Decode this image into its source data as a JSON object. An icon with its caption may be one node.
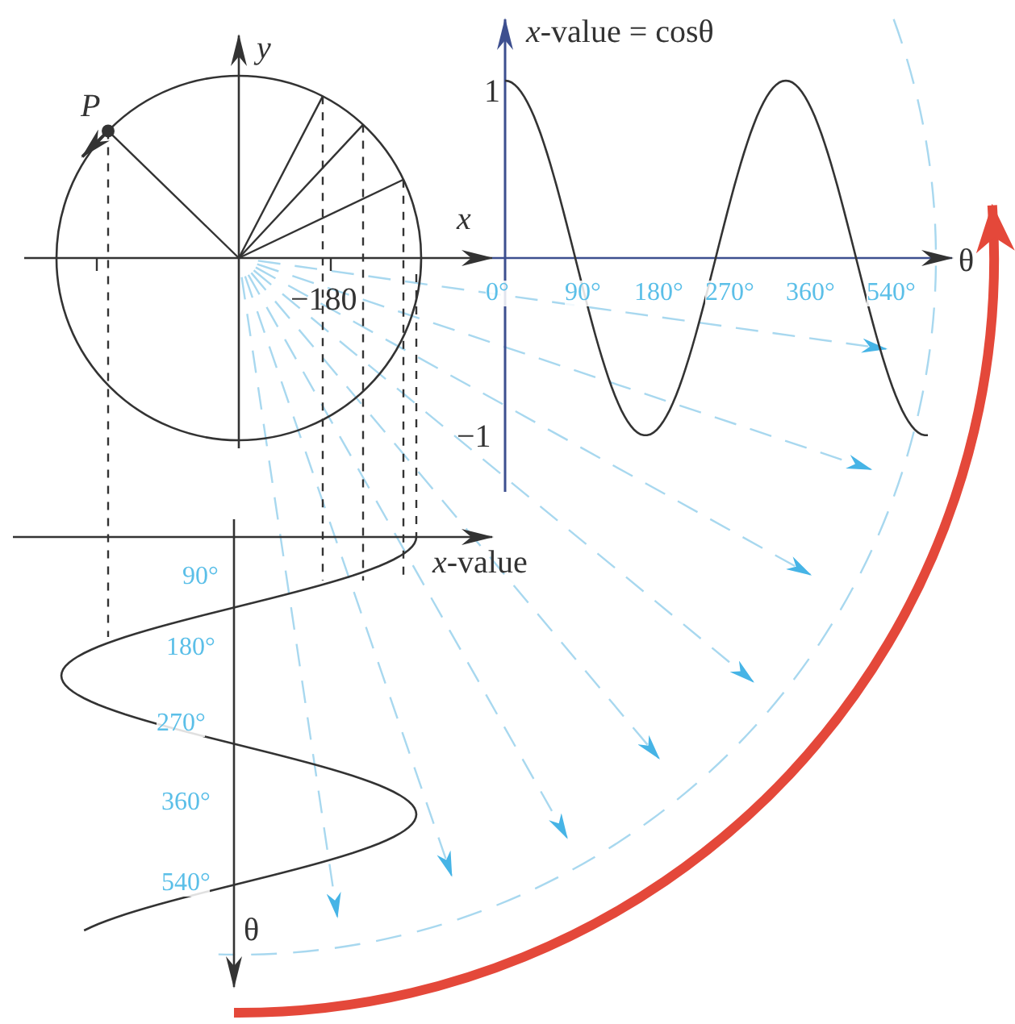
{
  "diagram": {
    "labels": [
      "y",
      "*x*-value = cosθ",
      "P",
      "1",
      "x",
      "θ",
      "−180",
      "0°",
      "90°",
      "180°",
      "270°",
      "360°",
      "540°",
      "−1",
      "*x*-value",
      "90°",
      "180°",
      "270°",
      "360°",
      "540°",
      "θ"
    ]
  }
}
